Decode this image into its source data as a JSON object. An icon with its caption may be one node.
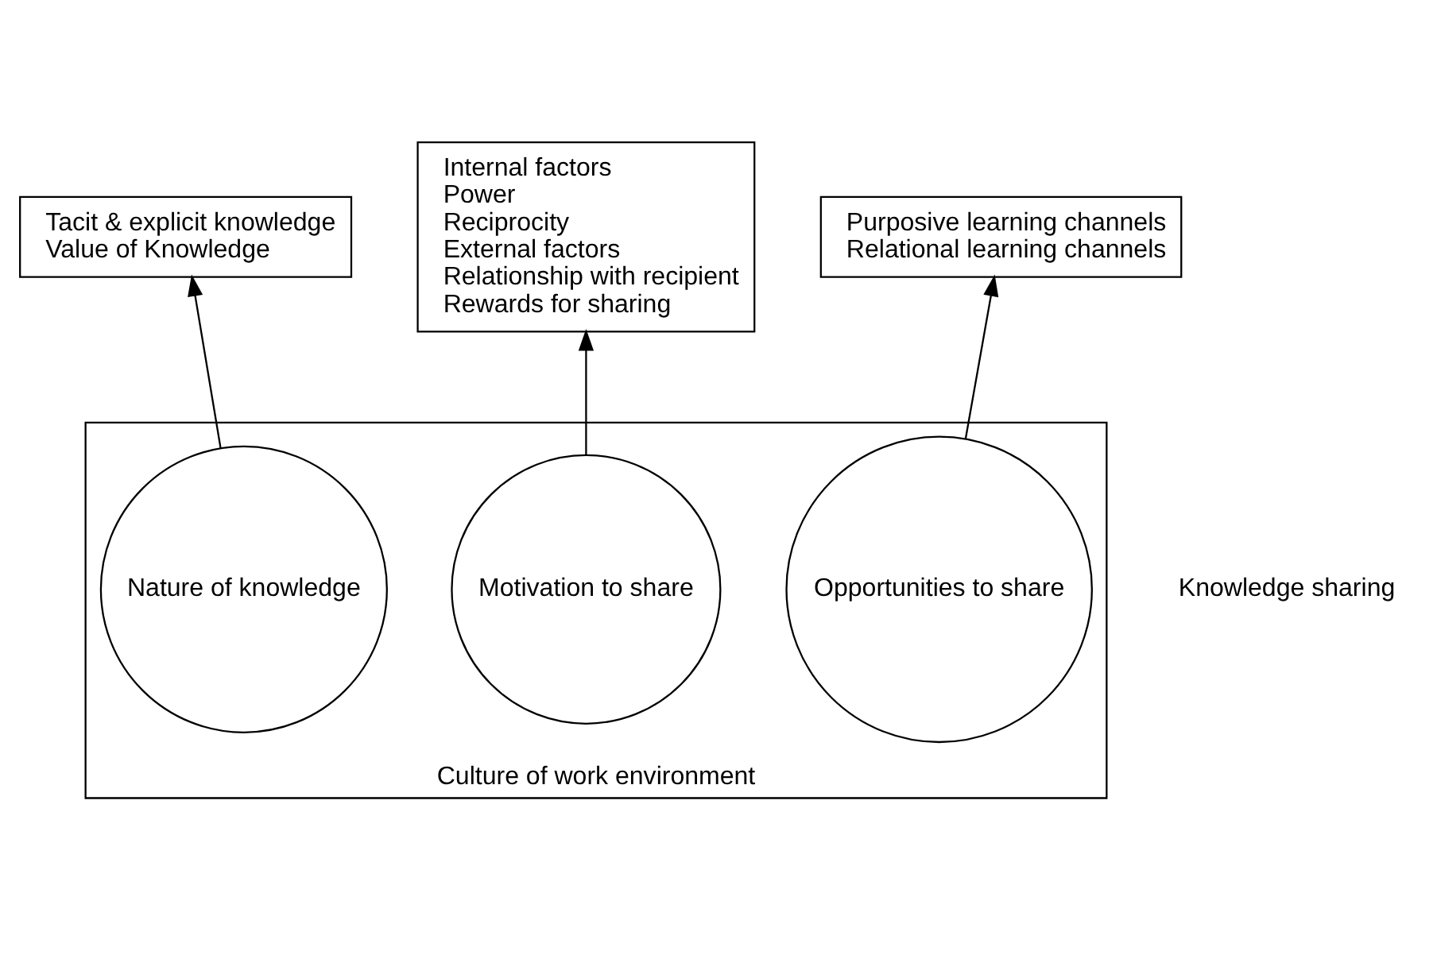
{
  "diagram": {
    "nodes": [
      {
        "text": [
          "Internal factors",
          "Power",
          "Reciprocity",
          "External factors",
          "Relationship with recipient",
          "Rewards for sharing"
        ]
      },
      {
        "text": [
          "Tacit & explicit knowledge",
          "Value of Knowledge"
        ]
      },
      {
        "text": [
          "Purposive learning channels",
          "Relational learning channels"
        ]
      },
      {
        "text": [
          "Culture of work environment"
        ]
      },
      {
        "text": [
          "Nature of knowledge"
        ],
        "in": 3
      },
      {
        "text": [
          "Knowledge sharing"
        ]
      },
      {
        "text": [
          "Motivation to share"
        ],
        "in": 3
      },
      {
        "text": [
          "Opportunities to share"
        ],
        "in": 3
      }
    ],
    "edges": [
      {
        "from": 4,
        "to": 1,
        "arrow": "to"
      },
      {
        "from": 6,
        "to": 0,
        "arrow": "to"
      },
      {
        "from": 7,
        "to": 2,
        "arrow": "to"
      }
    ]
  }
}
